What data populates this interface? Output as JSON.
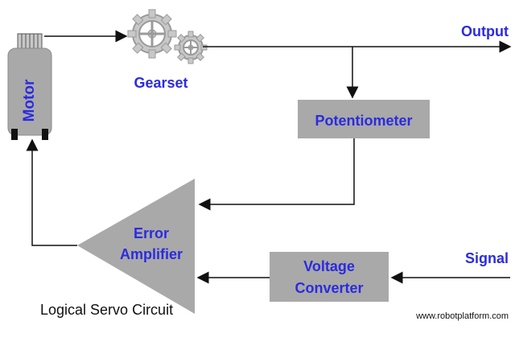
{
  "diagram": {
    "motor_label": "Motor",
    "gearset_label": "Gearset",
    "output_label": "Output",
    "potentiometer_label": "Potentiometer",
    "error_amplifier_line1": "Error",
    "error_amplifier_line2": "Amplifier",
    "voltage_converter_line1": "Voltage",
    "voltage_converter_line2": "Converter",
    "signal_label": "Signal",
    "caption": "Logical Servo Circuit",
    "watermark": "www.robotplatform.com"
  },
  "colors": {
    "box_fill": "#a9a9a9",
    "label_blue": "#2b2be0",
    "line": "#111111",
    "gear_fill": "#c8c8c8"
  },
  "icons": {
    "motor": "motor-icon",
    "gearset": "gear-icon"
  }
}
